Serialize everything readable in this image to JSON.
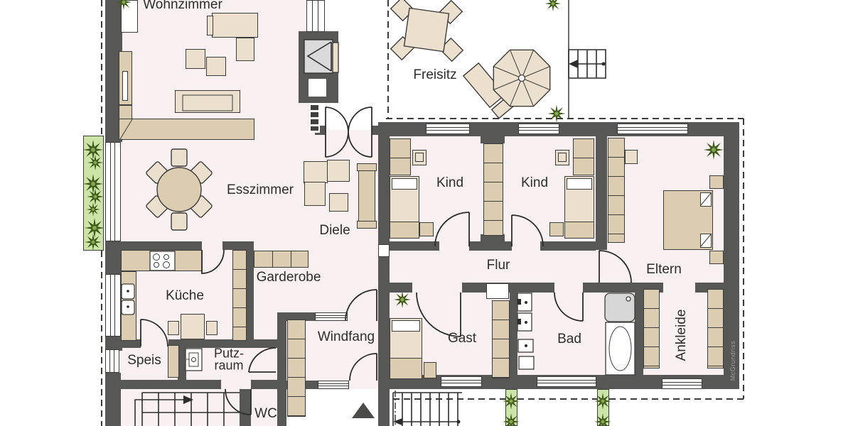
{
  "rooms": {
    "wohnzimmer": "Wohnzimmer",
    "freisitz": "Freisitz",
    "esszimmer": "Esszimmer",
    "diele": "Diele",
    "kind_1": "Kind",
    "kind_2": "Kind",
    "eltern": "Eltern",
    "flur": "Flur",
    "kueche": "Küche",
    "garderobe": "Garderobe",
    "speis": "Speis",
    "putzraum_line1": "Putz-",
    "putzraum_line2": "raum",
    "windfang": "Windfang",
    "gast": "Gast",
    "bad": "Bad",
    "ankleide": "Ankleide",
    "wc": "WC"
  },
  "watermark": "McGrundriss",
  "colors": {
    "wall": "#575756",
    "floor": "#f9f0f1",
    "furniture_light": "#eae0cd",
    "furniture_tan": "#dccdb2",
    "outline": "#3c3c3b",
    "planter_green": "#cde4a8",
    "plant_dark_green": "#3f5a1b",
    "fixture_gray": "#d7d7d7",
    "label_text": "#2e2e2e"
  }
}
